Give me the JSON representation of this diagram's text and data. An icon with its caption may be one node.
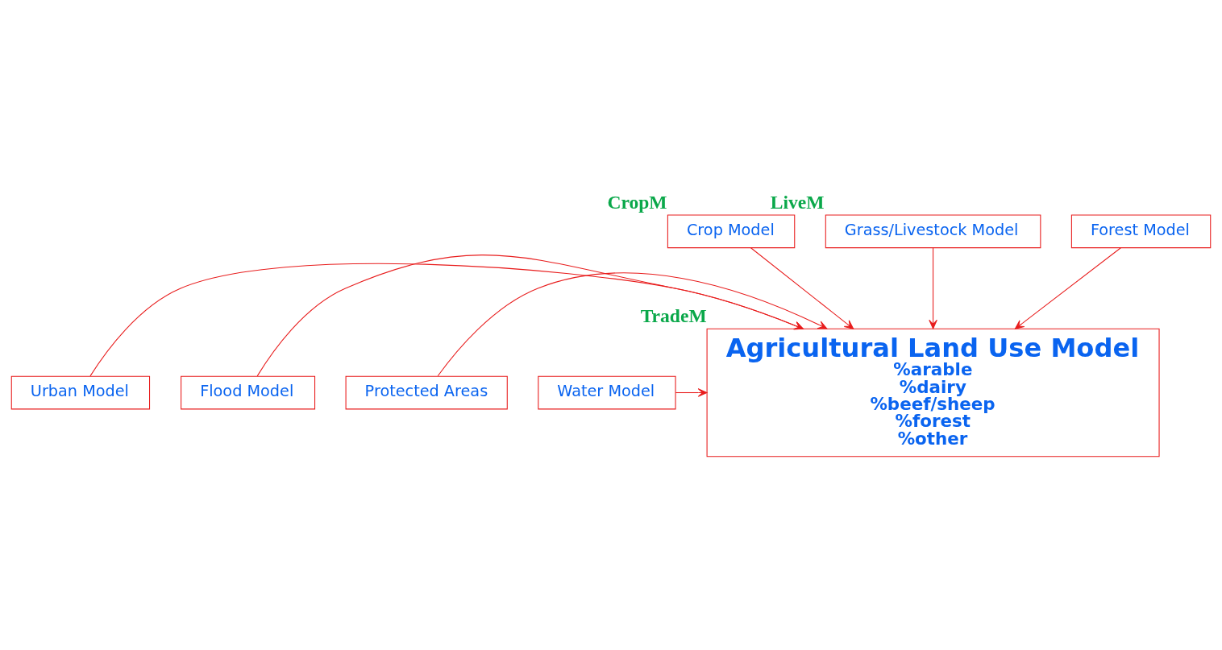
{
  "diagram": {
    "nodes": [
      {
        "text": [
          "Crop Model"
        ],
        "beside": [
          "CropM"
        ]
      },
      {
        "text": [
          "Grass/Livestock Model"
        ],
        "beside": [
          "LiveM"
        ]
      },
      {
        "text": [
          "Forest Model"
        ]
      },
      {
        "text": [
          "Agricultural Land Use Model",
          "%arable",
          "%dairy",
          "%beef/sheep",
          "%forest",
          "%other"
        ],
        "beside": [
          "TradeM"
        ]
      },
      {
        "text": [
          "Urban Model"
        ]
      },
      {
        "text": [
          "Flood Model"
        ]
      },
      {
        "text": [
          "Protected Areas"
        ]
      },
      {
        "text": [
          "Water Model"
        ]
      }
    ],
    "edges": [
      {
        "from": 0,
        "to": 3,
        "arrow": "to"
      },
      {
        "from": 1,
        "to": 3,
        "arrow": "to"
      },
      {
        "from": 2,
        "to": 3,
        "arrow": "to"
      },
      {
        "from": 4,
        "to": 3,
        "arrow": "to"
      },
      {
        "from": 5,
        "to": 3,
        "arrow": "to"
      },
      {
        "from": 6,
        "to": 3,
        "arrow": "to"
      },
      {
        "from": 7,
        "to": 3,
        "arrow": "to"
      }
    ]
  }
}
